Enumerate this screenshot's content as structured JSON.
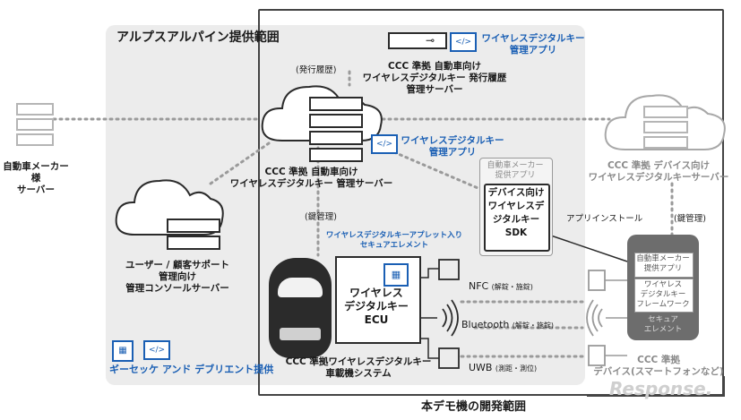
{
  "areas": {
    "alps_title": "アルプスアルパイン提供範囲",
    "demo_title": "本デモ機の開発範囲",
    "giesecke_label": "ギーセッケ アンド デブリエント提供"
  },
  "nodes": {
    "issuance_server": "CCC 準拠 自動車向け\nワイヤレスデジタルキー 発行履歴\n管理サーバー",
    "issuance_app_label": "ワイヤレスデジタルキー\n管理アプリ",
    "issuance_history_note": "(発行履歴)",
    "main_server": "CCC 準拠 自動車向け\nワイヤレスデジタルキー 管理サーバー",
    "main_app_label": "ワイヤレスデジタルキー\n管理アプリ",
    "maker_server": "自動車メーカー様\nサーバー",
    "console_server": "ユーザー / 顧客サポート\n管理向け\n管理コンソールサーバー",
    "key_mgmt_note_left": "(鍵管理)",
    "device_server": "CCC 準拠 デバイス向け\nワイヤレスデジタルキーサーバー",
    "key_mgmt_note_right": "(鍵管理)",
    "maker_app_box": "自動車メーカー\n提供アプリ",
    "sdk_text": "デバイス向け\nワイヤレスデ\nジタルキー\nSDK",
    "app_install": "アプリインストール",
    "secure_element_label": "ワイヤレスデジタルキーアプレット入り\nセキュアエレメント",
    "ecu_text": "ワイヤレス\nデジタルキー\nECU",
    "vehicle_system": "CCC 準拠ワイヤレスデジタルキー\n車載機システム",
    "nfc": "NFC",
    "nfc_note": "(解錠・施錠)",
    "bluetooth": "Bluetooth",
    "bluetooth_note": "(解錠・施錠)",
    "uwb": "UWB",
    "uwb_note": "(測距・測位)",
    "phone_app": "自動車メーカー\n提供アプリ",
    "phone_framework": "ワイヤレス\nデジタルキー\nフレームワーク",
    "phone_se": "セキュア\nエレメント",
    "device_caption": "CCC 準拠\nデバイス(スマートフォンなど)",
    "watermark": "Response."
  },
  "colors": {
    "alps_bg": "#ececec",
    "accent_blue": "#1a5fb4",
    "dark": "#2b2b2b",
    "dotted": "#9a9a9a"
  }
}
